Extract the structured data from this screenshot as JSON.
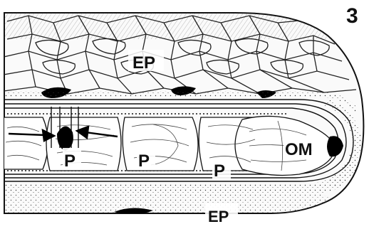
{
  "figure": {
    "panel_number": "3",
    "labels": {
      "ep_top": "EP",
      "ep_bottom": "EP",
      "p1": "P",
      "p2": "P",
      "p3": "P",
      "om": "OM"
    }
  }
}
